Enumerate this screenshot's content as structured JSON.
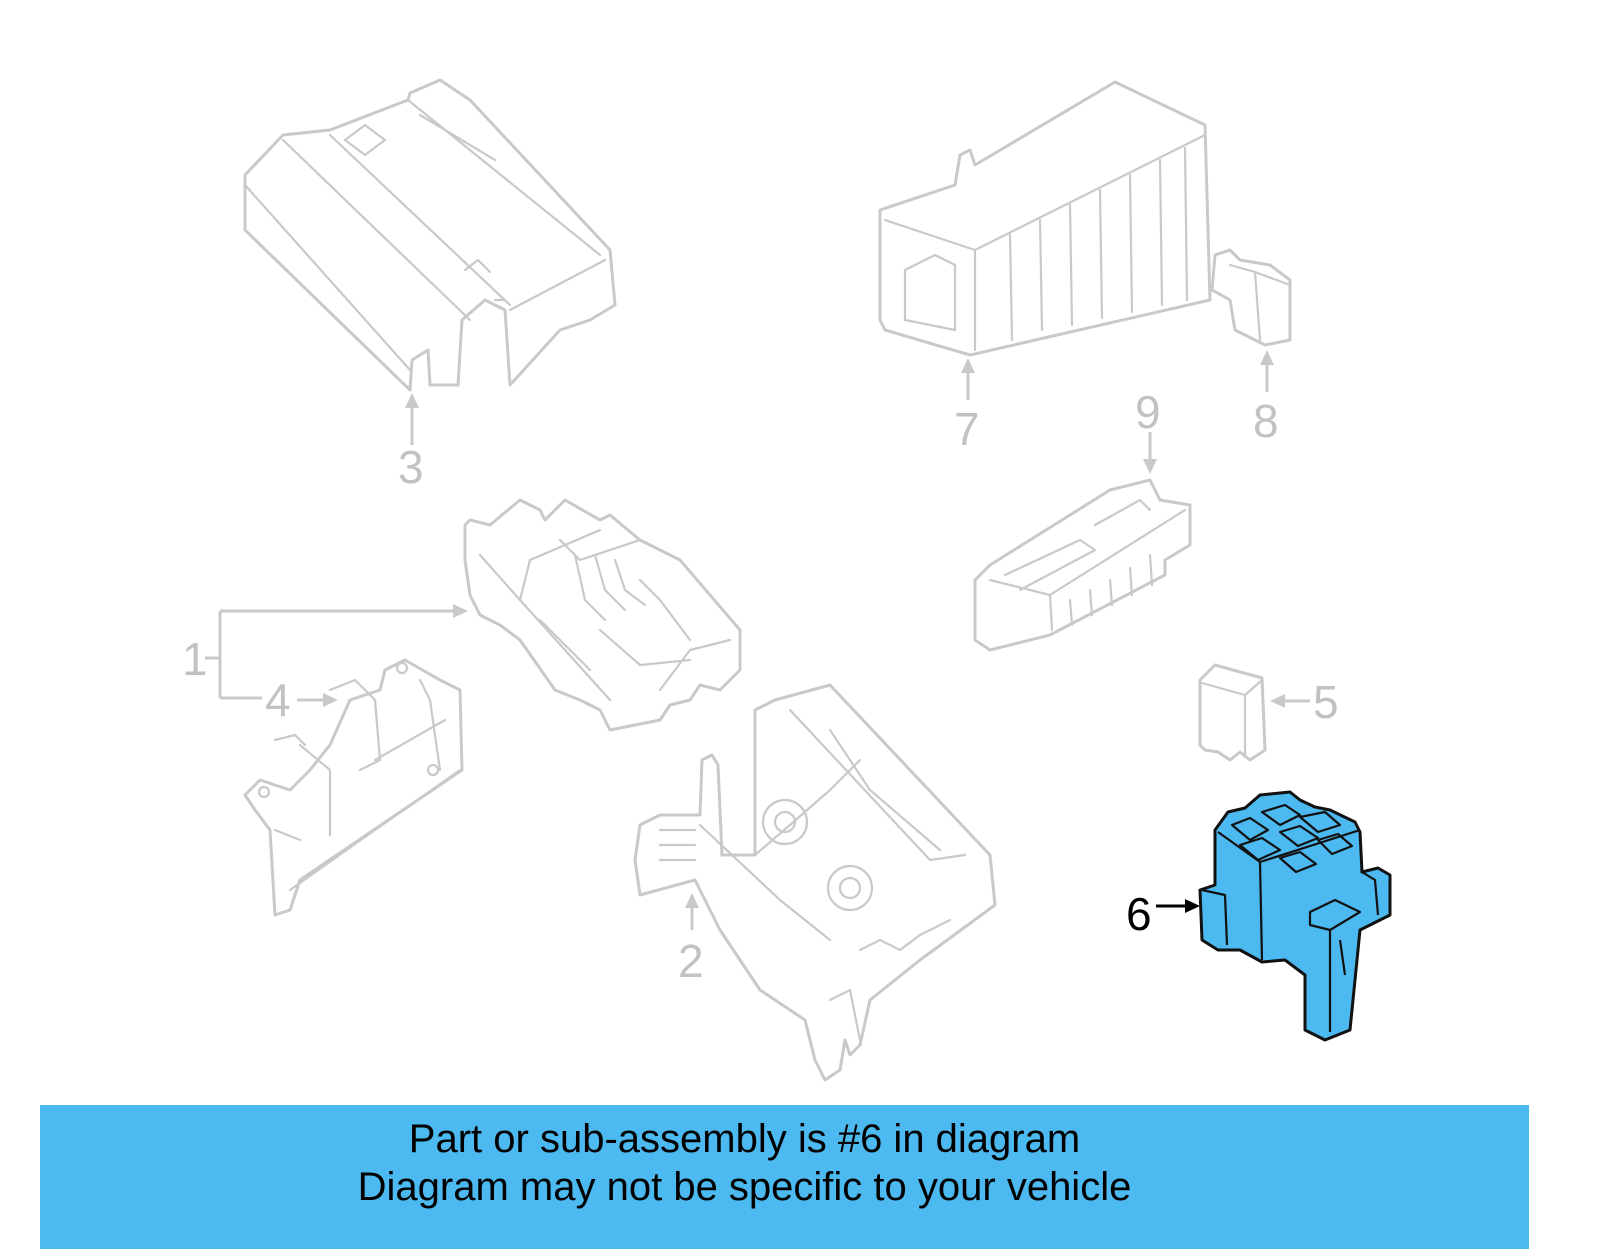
{
  "diagram": {
    "callouts": {
      "c1": "1",
      "c2": "2",
      "c3": "3",
      "c4": "4",
      "c5": "5",
      "c6": "6",
      "c7": "7",
      "c8": "8",
      "c9": "9"
    },
    "highlighted_part": "6",
    "colors": {
      "highlight_fill": "#4cb9f0",
      "line_gray": "#c9c9c9",
      "label_gray": "#c2c2c2",
      "banner_bg": "#4cb9f0"
    }
  },
  "banner": {
    "line1": "Part or sub-assembly is #6 in diagram",
    "line2": "Diagram may not be specific to your vehicle"
  }
}
